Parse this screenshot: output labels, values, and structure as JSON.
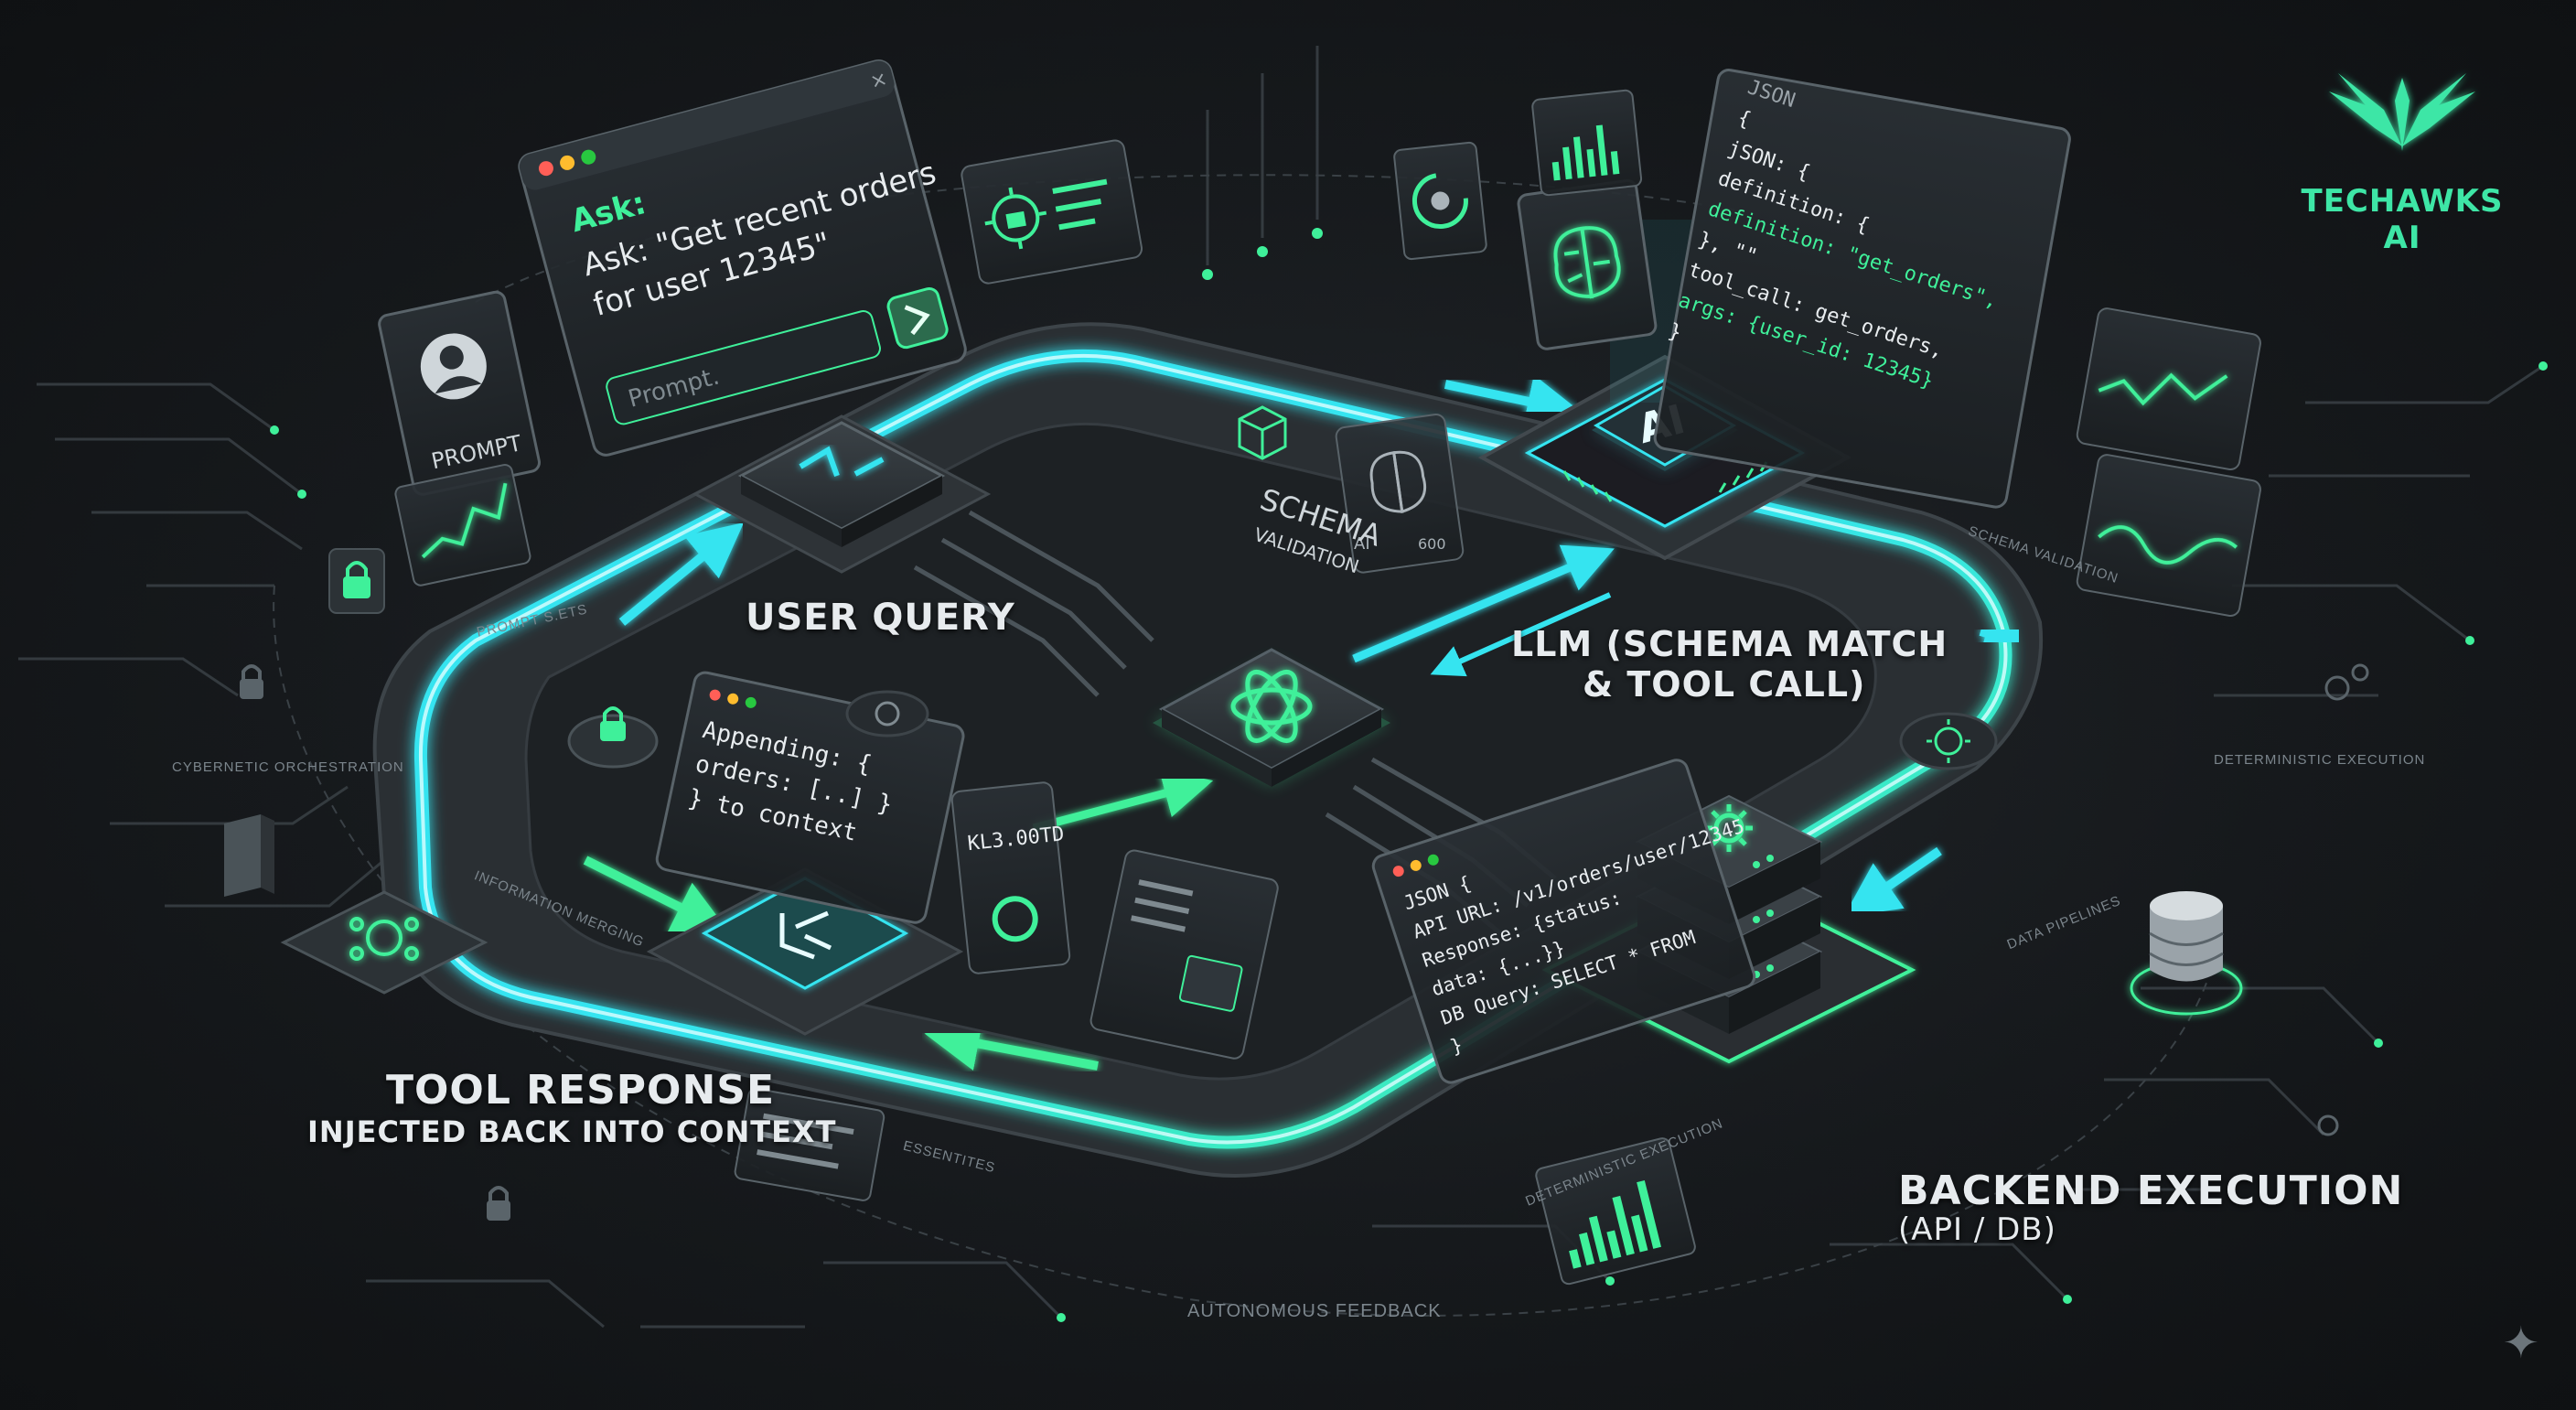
{
  "brand": {
    "name": "TECHAWKS AI"
  },
  "stages": {
    "user_query": "USER QUERY",
    "llm_line1": "LLM (SCHEMA MATCH",
    "llm_line2": "& TOOL CALL)",
    "backend_line1": "BACKEND EXECUTION",
    "backend_line2": "(API / DB)",
    "tool_response_line1": "TOOL RESPONSE",
    "tool_response_line2": "INJECTED BACK INTO CONTEXT"
  },
  "prompt_window": {
    "ask_label": "Ask:",
    "query_line1": "Ask: \"Get recent orders",
    "query_line2": "for user 12345\"",
    "placeholder": "Prompt.",
    "send_icon": "chevron-right-icon"
  },
  "prompt_card": {
    "label": "PROMPT"
  },
  "json_panel": {
    "title": "JSON",
    "lines": [
      "{",
      "  jSON: {",
      "   definition: {",
      "   definition: \"get_orders\",",
      "  },           \"\"",
      "  tool_call: get_orders,",
      "  args: {user_id: 12345}",
      "}"
    ]
  },
  "schema": {
    "line1": "SCHEMA",
    "line2": "VALIDATION"
  },
  "ai_chip": {
    "label": "AI"
  },
  "brain_card": {
    "ai": "AI",
    "num": "600"
  },
  "context_panel": {
    "lines": [
      "Appending: {",
      "  orders: [..] }",
      "} to context"
    ]
  },
  "backend_panel": {
    "lines": [
      "JSON {",
      "  API URL: /v1/orders/user/12345",
      "  Response: {status:",
      "  data: {...}}",
      "  DB Query: SELECT * FROM",
      "}"
    ]
  },
  "status_card": {
    "value": "KL3.00TD"
  },
  "micro_labels": {
    "prompt_sets": "PROMPT S.ETS",
    "cybernetic": "CYBERNETIC ORCHESTRATION",
    "information_merging": "INFORMATION MERGING",
    "schema_validation": "SCHEMA VALIDATION",
    "deterministic_execution_right": "DETERMINISTIC EXECUTION",
    "data_pipelines": "DATA PIPELINES",
    "deterministic_execution_bottom": "DETERMINISTIC EXECUTION",
    "autonomous_feedback": "AUTONOMOUS FEEDBACK",
    "essentials": "ESSENTITES"
  },
  "colors": {
    "cyan": "#35e4f0",
    "green": "#3ff09a",
    "platform": "#2e3337",
    "platform_edge": "#3d4449",
    "panel": "#20262a",
    "text": "#e8ecef"
  }
}
